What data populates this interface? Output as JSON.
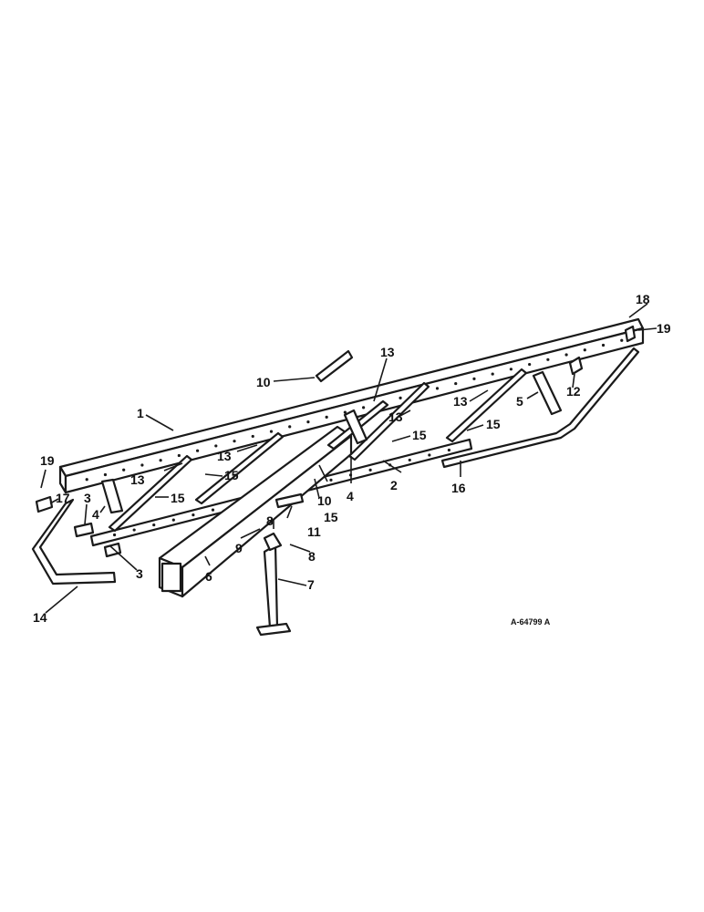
{
  "diagram": {
    "parts": {
      "p1": "1",
      "p2": "2",
      "p3a": "3",
      "p3b": "3",
      "p4a": "4",
      "p4b": "4",
      "p5": "5",
      "p6": "6",
      "p7": "7",
      "p8a": "8",
      "p8b": "8",
      "p9": "9",
      "p10a": "10",
      "p10b": "10",
      "p11": "11",
      "p12": "12",
      "p13a": "13",
      "p13b": "13",
      "p13c": "13",
      "p13d": "13",
      "p13e": "13",
      "p14": "14",
      "p15a": "15",
      "p15b": "15",
      "p15c": "15",
      "p15d": "15",
      "p15e": "15",
      "p16": "16",
      "p17": "17",
      "p18": "18",
      "p19a": "19",
      "p19b": "19"
    },
    "drawing_code": "A-64799 A"
  }
}
